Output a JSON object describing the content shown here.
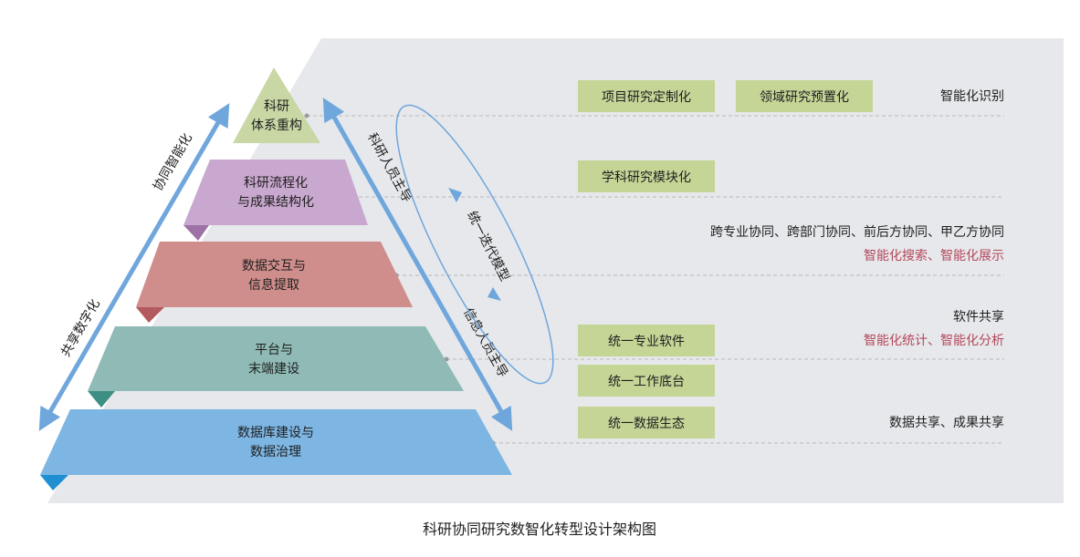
{
  "caption": "科研协同研究数智化转型设计架构图",
  "colors": {
    "panel": "#e6e8eb",
    "arrow_blue": "#6fa6dc",
    "box_green": "#c4d596",
    "divider": "#b9b9b9",
    "red_text": "#b5485b"
  },
  "tiers": [
    {
      "line1": "科研",
      "line2": "体系重构",
      "color": "#c8d7a4"
    },
    {
      "line1": "科研流程化",
      "line2": "与成果结构化",
      "color": "#c9a8cf"
    },
    {
      "line1": "数据交互与",
      "line2": "信息提取",
      "color": "#cf8e8b"
    },
    {
      "line1": "平台与",
      "line2": "末端建设",
      "color": "#8fbab5"
    },
    {
      "line1": "数据库建设与",
      "line2": "数据治理",
      "color": "#7db5e3"
    }
  ],
  "left_arrow": {
    "upper": "协同智能化",
    "lower": "共享数字化"
  },
  "right_arrow": {
    "upper": "科研人员主导",
    "lower": "信息人员主导"
  },
  "loop_label": "统一迭代模型",
  "boxes": [
    {
      "label": "项目研究定制化"
    },
    {
      "label": "领域研究预置化"
    },
    {
      "label": "学科研究模块化"
    },
    {
      "label": "统一专业软件"
    },
    {
      "label": "统一工作底台"
    },
    {
      "label": "统一数据生态"
    }
  ],
  "notes": {
    "row1": "智能化识别",
    "row3_black": "跨专业协同、跨部门协同、前后方协同、甲乙方协同",
    "row3_red": "智能化搜索、智能化展示",
    "row4_black": "软件共享",
    "row4_red": "智能化统计、智能化分析",
    "row5": "数据共享、成果共享"
  }
}
